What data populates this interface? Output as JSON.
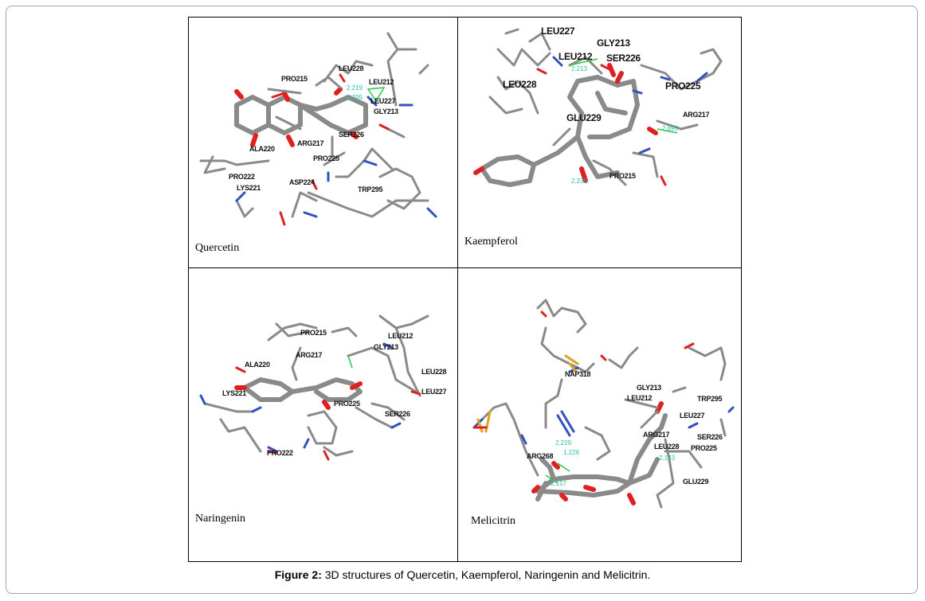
{
  "panels": [
    {
      "name": "Quercetin",
      "residues": [
        "PRO215",
        "LEU228",
        "LEU212",
        "LEU227",
        "GLY213",
        "SER226",
        "ARG217",
        "ALA220",
        "PRO225",
        "PRO222",
        "ASP224",
        "LYS221",
        "TRP295"
      ],
      "distances": [
        "2.219",
        "1.795"
      ]
    },
    {
      "name": "Kaempferol",
      "residues": [
        "LEU227",
        "GLY213",
        "LEU212",
        "SER226",
        "LEU228",
        "PRO225",
        "ARG217",
        "GLU229",
        "PRO215"
      ],
      "distances": [
        "2.213",
        "2.895",
        "2.239"
      ]
    },
    {
      "name": "Naringenin",
      "residues": [
        "PRO215",
        "LEU212",
        "GLY213",
        "ARG217",
        "ALA220",
        "LEU228",
        "LYS221",
        "LEU227",
        "PRO225",
        "SER226",
        "PRO222"
      ],
      "distances": []
    },
    {
      "name": "Melicitrin",
      "residues": [
        "NAP318",
        "GLY213",
        "LEU212",
        "TRP295",
        "LEU227",
        "ARG217",
        "SER226",
        "LEU228",
        "PRO225",
        "ARG268",
        "GLU229"
      ],
      "distances": [
        "2.229",
        "1.226",
        "2.157",
        "2.143"
      ]
    }
  ],
  "caption": {
    "label": "Figure 2:",
    "text": " 3D structures of Quercetin, Kaempferol, Naringenin and Melicitrin."
  }
}
